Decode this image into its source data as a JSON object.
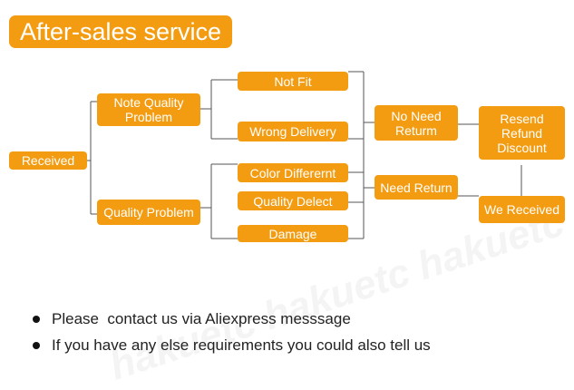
{
  "title": "After-sales service",
  "colors": {
    "accent": "#f39c12",
    "line": "#555555",
    "text_on_accent": "#ffffff"
  },
  "nodes": {
    "received": "Received",
    "note_quality_problem": "Note Quality\nProblem",
    "quality_problem": "Quality Problem",
    "not_fit": "Not Fit",
    "wrong_delivery": "Wrong Delivery",
    "color_different": "Color Differernt",
    "quality_defect": "Quality Delect",
    "damage": "Damage",
    "no_need_return": "No Need\nReturm",
    "need_return": "Need Return",
    "resend_refund_discount": "Resend\nRefund\nDiscount",
    "we_received": "We Received"
  },
  "notes": [
    "Please  contact us via Aliexpress messsage",
    "If you have any else requirements you could also tell us"
  ],
  "watermark": "hakuetc hakuetc hakuetc"
}
